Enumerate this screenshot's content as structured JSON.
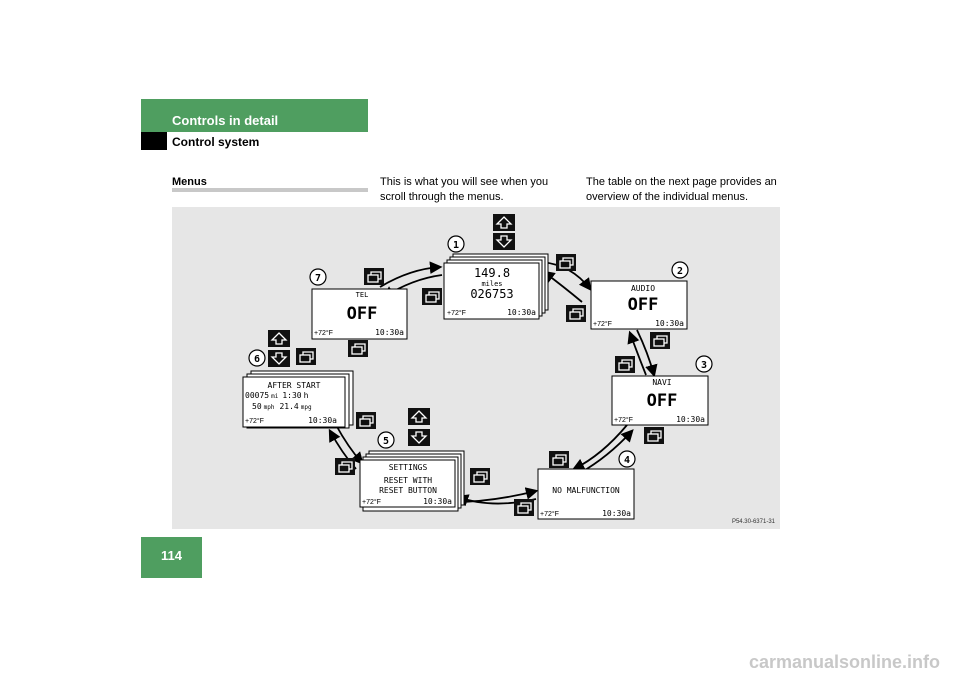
{
  "header": {
    "chapter": "Controls in detail",
    "section": "Control system"
  },
  "content": {
    "label": "Menus",
    "intro_left": "This is what you will see when you scroll through the menus.",
    "intro_right": "The table on the next page provides an overview of the individual menus."
  },
  "diagram": {
    "figure_id": "P54.30-6371-31",
    "screens": [
      {
        "number": "1",
        "line1": "149.8",
        "line2": "miles",
        "line3": "026753",
        "temp": "+72°F",
        "time": "10:30a"
      },
      {
        "number": "2",
        "title": "AUDIO",
        "status": "OFF",
        "temp": "+72°F",
        "time": "10:30a"
      },
      {
        "number": "3",
        "title": "NAVI",
        "status": "OFF",
        "temp": "+72°F",
        "time": "10:30a"
      },
      {
        "number": "4",
        "message": "NO MALFUNCTION",
        "temp": "+72°F",
        "time": "10:30a"
      },
      {
        "number": "5",
        "line1": "SETTINGS",
        "line2": "RESET WITH",
        "line3": "RESET BUTTON",
        "temp": "+72°F",
        "time": "10:30a"
      },
      {
        "number": "6",
        "line1": "AFTER START",
        "line2a": "00075",
        "line2b": "mi",
        "line2c": "1:30",
        "line2d": "h",
        "line3a": "50",
        "line3b": "mph",
        "line3c": "21.4",
        "line3d": "mpg",
        "temp": "+72°F",
        "time": "10:30a"
      },
      {
        "number": "7",
        "title": "TEL",
        "status": "OFF",
        "temp": "+72°F",
        "time": "10:30a"
      }
    ]
  },
  "page": {
    "number": "114"
  },
  "footer": {
    "watermark": "carmanualsonline.info"
  }
}
